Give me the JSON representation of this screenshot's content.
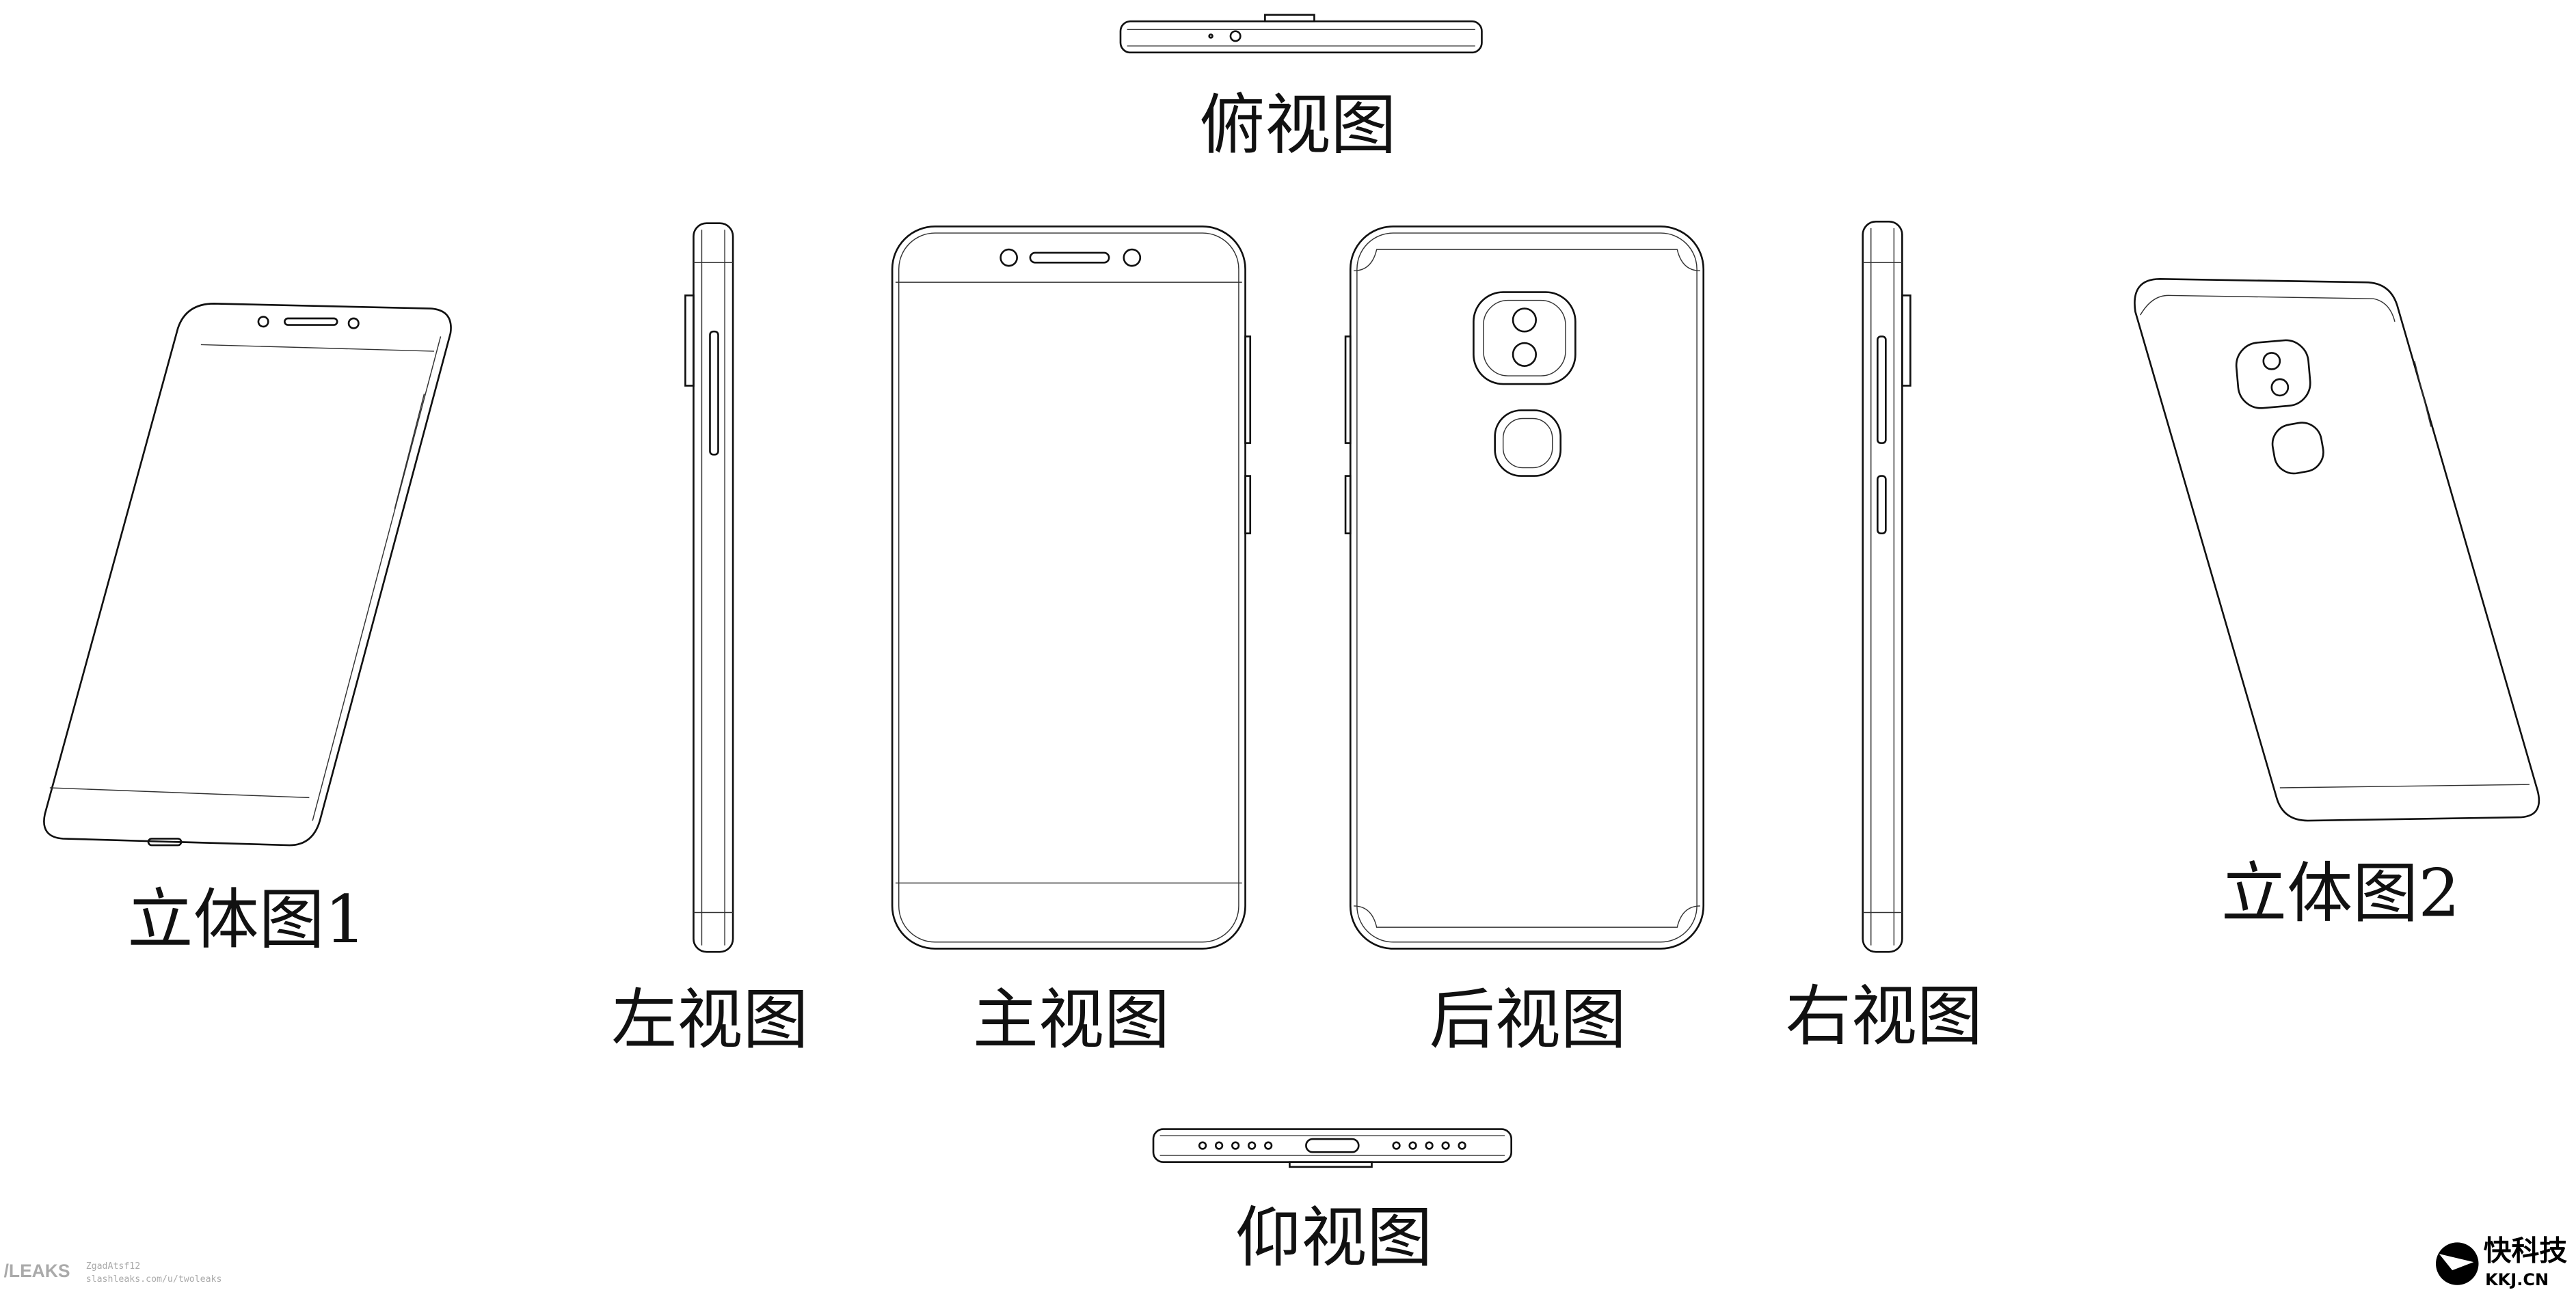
{
  "labels": {
    "top_view": "俯视图",
    "perspective_1": "立体图1",
    "left_view": "左视图",
    "front_view": "主视图",
    "back_view": "后视图",
    "right_view": "右视图",
    "perspective_2": "立体图2",
    "bottom_view": "仰视图"
  },
  "watermarks": {
    "slashleaks_logo": "/LEAKS",
    "slashleaks_id": "ZgadAtsf12",
    "slashleaks_url": "slashleaks.com/u/twoleaks",
    "kkj_name": "快科技",
    "kkj_domain": "KKJ.CN"
  }
}
